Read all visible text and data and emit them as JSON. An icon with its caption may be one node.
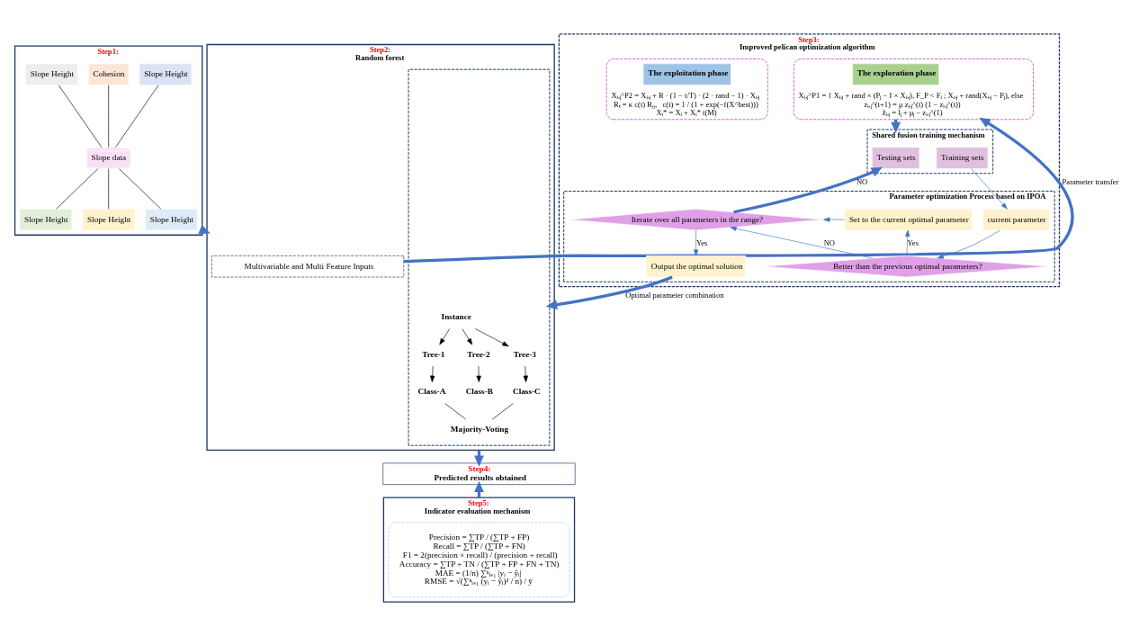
{
  "diagram": {
    "nodes": [
      {
        "text": [
          "Step1:"
        ]
      },
      {
        "text": [
          "Slope Height"
        ],
        "in": 0
      },
      {
        "text": [
          "Cohesion"
        ],
        "in": 0
      },
      {
        "text": [
          "Slope Height"
        ],
        "in": 0
      },
      {
        "text": [
          "Slope data"
        ],
        "in": 0
      },
      {
        "text": [
          "Slope Height"
        ],
        "in": 0
      },
      {
        "text": [
          "Slope Height"
        ],
        "in": 0
      },
      {
        "text": [
          "Slope Height"
        ],
        "in": 0
      },
      {
        "text": [
          "Step2:",
          "Random forest"
        ]
      },
      {
        "text": [
          "Multivariable and Multi Feature Inputs"
        ],
        "in": 8
      },
      {
        "text": [],
        "shape": "box",
        "in": 8
      },
      {
        "text": [
          "Instance"
        ],
        "in": 10
      },
      {
        "text": [
          "Tree-1"
        ],
        "in": 10
      },
      {
        "text": [
          "Tree-2"
        ],
        "in": 10
      },
      {
        "text": [
          "Tree-3"
        ],
        "in": 10
      },
      {
        "text": [
          "Class-A"
        ],
        "in": 10
      },
      {
        "text": [
          "Class-B"
        ],
        "in": 10
      },
      {
        "text": [
          "Class-C"
        ],
        "in": 10
      },
      {
        "text": [
          "Majority-Voting"
        ],
        "in": 10
      },
      {
        "text": [
          "Step4:",
          "Predicted results obtained"
        ]
      },
      {
        "text": [
          "Step5:",
          "Indicator evaluation mechanism"
        ]
      },
      {
        "text": [
          "Precision = ∑TP / (∑TP + FP)",
          "Recall = ∑TP / (∑TP + FN)",
          "F1 = 2(precision × recall) / (precision + recall)",
          "Accuracy = ∑TP + TN / (∑TP + FP + FN + TN)",
          "MAE = (1/n) ∑ⁿᵢ₌₁ |yᵢ − ŷᵢ|",
          "RMSE = √(∑ⁿᵢ₌₁ (yᵢ − ŷᵢ)² / n) / ȳ"
        ],
        "in": 20
      },
      {
        "text": [
          "Step3:",
          "Improved pelican optimization algorithm"
        ]
      },
      {
        "text": [
          "Xᵢ,ⱼ^P1 = { Xᵢ,ⱼ + rand × (Pⱼ − I × Xᵢ,ⱼ), F_P < Fᵢ ; Xᵢ,ⱼ + rand(Xᵢ,ⱼ − Pⱼ), else",
          "zᵢ,ⱼ^(t+1) = μ zᵢ,ⱼ^(t) (1 − zᵢ,ⱼ^(t))",
          "z̃ᵢ,ⱼ = lⱼ + μⱼ − zᵢ,ⱼ^(1)"
        ],
        "in": 22
      },
      {
        "text": [
          "The exploration phase"
        ],
        "in": 23
      },
      {
        "text": [
          "Xᵢ,ⱼ^P2 = Xᵢ,ⱼ + R · (1 − t/T) · (2 · rand − 1) · Xᵢ,ⱼ",
          "Rₜ = κ c(t) R₀,   c(t) = 1 / (1 + exp(−f(X^best)))",
          "Xᵢ* = Xᵢ + Xᵢ* t(M)"
        ],
        "in": 22
      },
      {
        "text": [
          "The exploitation phase"
        ],
        "in": 25
      },
      {
        "text": [
          "Shared fusion training mechanism"
        ],
        "in": 22
      },
      {
        "text": [
          "Testing sets"
        ],
        "in": 27
      },
      {
        "text": [
          "Training sets"
        ],
        "in": 27
      },
      {
        "text": [
          "Parameter optimization Process based on IPOA"
        ],
        "in": 22
      },
      {
        "text": [
          "Iterate over all parameters in the range?"
        ],
        "in": 30
      },
      {
        "text": [
          "Set to the current optimal parameter"
        ],
        "in": 30
      },
      {
        "text": [
          "current parameter"
        ],
        "in": 30
      },
      {
        "text": [
          "Better than the previous optimal parameters?"
        ],
        "in": 30
      },
      {
        "text": [
          "Output the optimal solution"
        ],
        "in": 30
      }
    ],
    "edges": [
      {
        "from": 1,
        "to": 4,
        "arrow": "none"
      },
      {
        "from": 2,
        "to": 4,
        "arrow": "none"
      },
      {
        "from": 3,
        "to": 4,
        "arrow": "none"
      },
      {
        "from": 4,
        "to": 5,
        "arrow": "none"
      },
      {
        "from": 4,
        "to": 6,
        "arrow": "none"
      },
      {
        "from": 4,
        "to": 7,
        "arrow": "none"
      },
      {
        "from": 0,
        "to": 8,
        "arrow": "to",
        "style": "thick",
        "color": "#4472c4"
      },
      {
        "from": 11,
        "to": 12,
        "arrow": "to"
      },
      {
        "from": 11,
        "to": 13,
        "arrow": "to"
      },
      {
        "from": 11,
        "to": 14,
        "arrow": "to"
      },
      {
        "from": 12,
        "to": 15,
        "arrow": "to"
      },
      {
        "from": 13,
        "to": 16,
        "arrow": "to"
      },
      {
        "from": 14,
        "to": 17,
        "arrow": "to"
      },
      {
        "from": 15,
        "to": 18,
        "arrow": "none"
      },
      {
        "from": 17,
        "to": 18,
        "arrow": "none"
      },
      {
        "from": 8,
        "to": 19,
        "arrow": "to",
        "style": "thick",
        "color": "#4472c4"
      },
      {
        "from": 9,
        "to": 23,
        "arrow": "to",
        "label": "Parameter transfer",
        "style": "thick",
        "color": "#4472c4"
      },
      {
        "from": 35,
        "to": 10,
        "arrow": "to",
        "label": "Optimal parameter combination",
        "style": "thick",
        "color": "#4472c4"
      },
      {
        "from": 20,
        "to": 19,
        "arrow": "to",
        "style": "thick",
        "color": "#4472c4"
      },
      {
        "from": 23,
        "to": 27,
        "arrow": "to",
        "style": "thick",
        "color": "#4472c4"
      },
      {
        "from": 31,
        "to": 28,
        "arrow": "to",
        "label": "NO",
        "style": "thick",
        "color": "#4472c4"
      },
      {
        "from": 29,
        "to": 33,
        "arrow": "to",
        "color": "#4472c4"
      },
      {
        "from": 33,
        "to": 34,
        "arrow": "to",
        "color": "#4472c4"
      },
      {
        "from": 34,
        "to": 32,
        "arrow": "to",
        "label": "Yes",
        "color": "#4472c4"
      },
      {
        "from": 34,
        "to": 31,
        "arrow": "to",
        "label": "NO",
        "color": "#4472c4"
      },
      {
        "from": 32,
        "to": 31,
        "arrow": "to",
        "color": "#4472c4"
      },
      {
        "from": 31,
        "to": 35,
        "arrow": "to",
        "label": "Yes",
        "color": "#4472c4"
      }
    ]
  }
}
